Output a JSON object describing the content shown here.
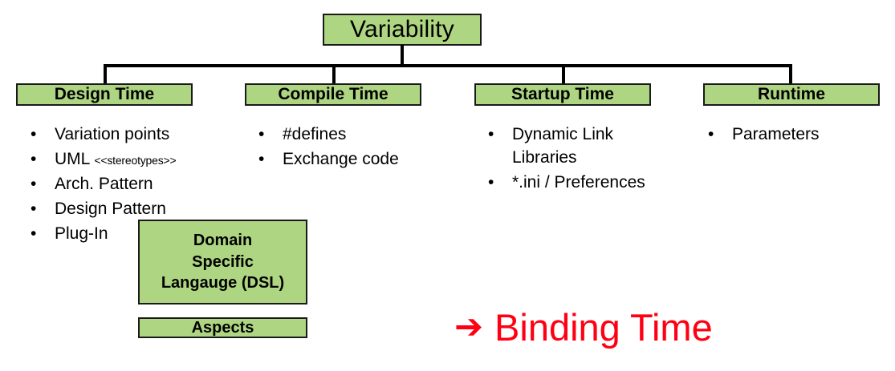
{
  "diagram": {
    "title": "Variability",
    "colors": {
      "box_fill": "#aed581",
      "box_border": "#1a1a1a",
      "connector": "#000000",
      "callout": "#ff0013",
      "background": "#ffffff"
    },
    "root": {
      "label": "Variability"
    },
    "branches": [
      {
        "id": "design-time",
        "label": "Design Time",
        "items": [
          {
            "text": "Variation points",
            "note": ""
          },
          {
            "text": "UML",
            "note": "<<stereotypes>>"
          },
          {
            "text": "Arch. Pattern",
            "note": ""
          },
          {
            "text": "Design Pattern",
            "note": ""
          },
          {
            "text": "Plug-In",
            "note": ""
          }
        ]
      },
      {
        "id": "compile-time",
        "label": "Compile Time",
        "items": [
          {
            "text": "#defines",
            "note": ""
          },
          {
            "text": "Exchange code",
            "note": ""
          }
        ]
      },
      {
        "id": "startup-time",
        "label": "Startup Time",
        "items": [
          {
            "text": "Dynamic Link Libraries",
            "note": ""
          },
          {
            "text": "*.ini / Preferences",
            "note": ""
          }
        ]
      },
      {
        "id": "runtime",
        "label": "Runtime",
        "items": [
          {
            "text": "Parameters",
            "note": ""
          }
        ]
      }
    ],
    "extra_boxes": [
      {
        "id": "dsl",
        "lines": [
          "Domain",
          "Specific",
          "Langauge (DSL)"
        ]
      },
      {
        "id": "aspects",
        "lines": [
          "Aspects"
        ]
      }
    ],
    "callout": {
      "arrow_icon": "➔",
      "label": "Binding Time"
    },
    "bullet_glyph": "•"
  }
}
